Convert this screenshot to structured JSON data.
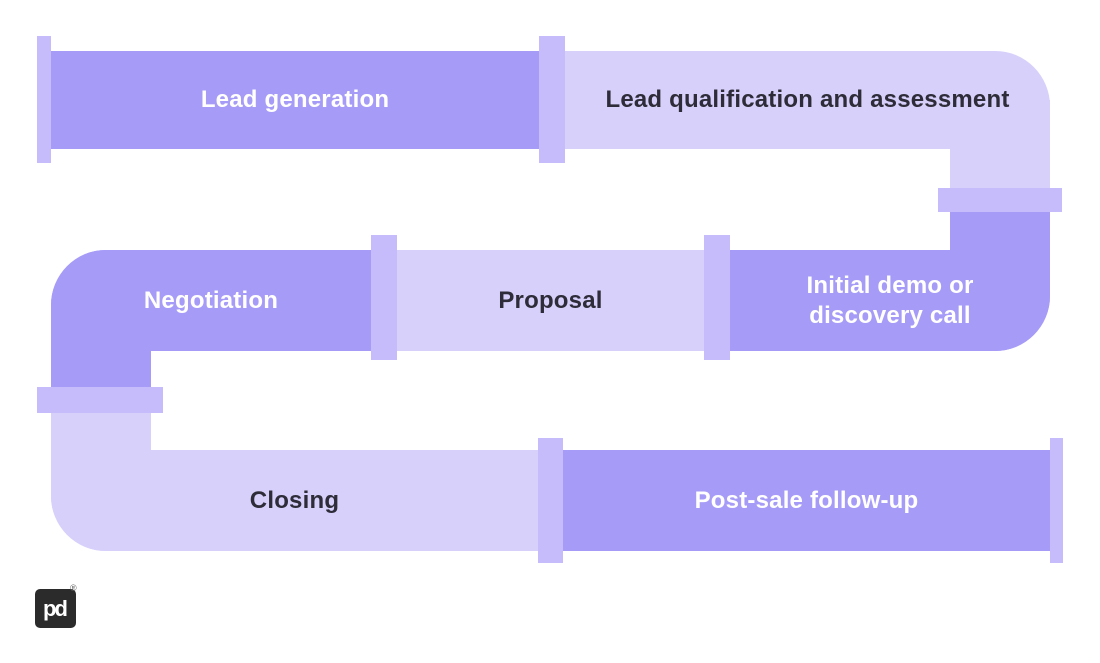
{
  "diagram": {
    "type": "pipeline-flow",
    "stages": [
      {
        "id": "lead-generation",
        "label": "Lead generation",
        "tone": "dark"
      },
      {
        "id": "lead-qualification",
        "label": "Lead qualification and assessment",
        "tone": "light"
      },
      {
        "id": "initial-demo",
        "label": "Initial demo or discovery call",
        "tone": "dark"
      },
      {
        "id": "proposal",
        "label": "Proposal",
        "tone": "light"
      },
      {
        "id": "negotiation",
        "label": "Negotiation",
        "tone": "dark"
      },
      {
        "id": "closing",
        "label": "Closing",
        "tone": "light"
      },
      {
        "id": "post-sale-follow-up",
        "label": "Post-sale follow-up",
        "tone": "dark"
      }
    ]
  },
  "colors": {
    "pipe_dark": "#a69cf8",
    "pipe_light": "#d7d0fb",
    "coupling": "#c6bbfb",
    "text_dark": "#2e2c38",
    "text_light": "#ffffff",
    "logo_bg": "#2b2b2b"
  },
  "logo": {
    "mark": "pd",
    "registered": "®"
  }
}
